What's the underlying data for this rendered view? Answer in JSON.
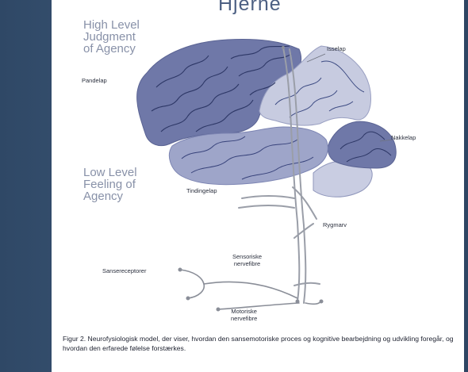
{
  "diagram": {
    "title": "Hjerne",
    "high_level": "High Level\nJudgment\nof Agency",
    "low_level": "Low Level\nFeeling of\nAgency",
    "labels": {
      "pandelap": "Pandelap",
      "isselap": "Isselap",
      "nakkelap": "Nakkelap",
      "tindingelap": "Tindingelap",
      "rygmarv": "Rygmarv",
      "sensoriske": "Sensoriske\nnervefibre",
      "sansereceptorer": "Sansereceptorer",
      "motoriske": "Motoriske\nnervefibre"
    },
    "caption": "Figur 2. Neurofysiologisk model, der viser, hvordan den sansemotoriske proces og kognitive bearbejdning og udvikling foregår, og hvordan den erfarede følelse forstærkes."
  },
  "colors": {
    "background": "#34506f",
    "frontal_lobe": "#6f78a8",
    "parietal_lobe": "#c7cbe0",
    "occipital_lobe": "#6f78a8",
    "temporal_lobe": "#9ea5c9",
    "cerebellum": "#c9cde2",
    "nerve": "#9a9ea8"
  }
}
